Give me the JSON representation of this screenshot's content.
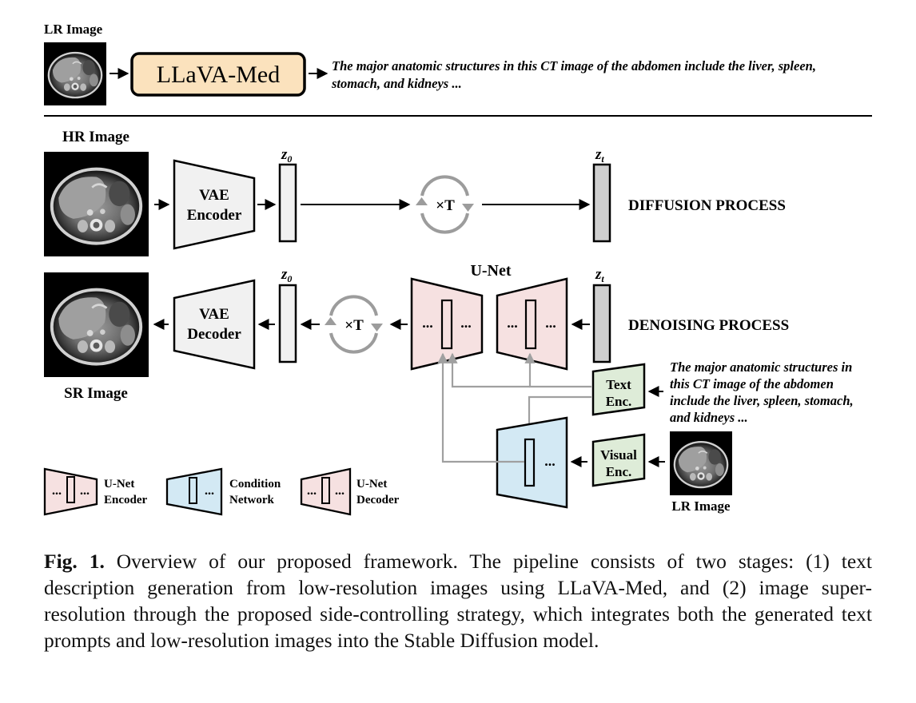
{
  "top": {
    "lr_image_label": "LR Image",
    "llava_label": "LLaVA-Med",
    "llava_output_line1": "The major anatomic structures in this CT image of the abdomen include the liver, spleen,",
    "llava_output_line2": "stomach, and kidneys ..."
  },
  "diffusion": {
    "hr_image_label": "HR Image",
    "vae_encoder_line1": "VAE",
    "vae_encoder_line2": "Encoder",
    "z0_base": "z",
    "z0_sub": "0",
    "zt_base": "z",
    "zt_sub": "t",
    "loop_label": "×T",
    "process_label": "DIFFUSION PROCESS"
  },
  "denoising": {
    "sr_image_label": "SR Image",
    "vae_decoder_line1": "VAE",
    "vae_decoder_line2": "Decoder",
    "z0_base": "z",
    "z0_sub": "0",
    "zt_base": "z",
    "zt_sub": "t",
    "loop_label": "×T",
    "unet_label": "U-Net",
    "dots": "...",
    "process_label": "DENOISING PROCESS",
    "text_enc_line1": "Text",
    "text_enc_line2": "Enc.",
    "visual_enc_line1": "Visual",
    "visual_enc_line2": "Enc.",
    "prompt_lines": [
      "The major anatomic structures in",
      "this CT image of the abdomen",
      "include the liver, spleen, stomach,",
      "and kidneys ..."
    ],
    "lr_image_label": "LR Image"
  },
  "legend": [
    {
      "line1": "U-Net",
      "line2": "Encoder",
      "color": "#f6e1e1"
    },
    {
      "line1": "Condition",
      "line2": "Network",
      "color": "#d3e9f4"
    },
    {
      "line1": "U-Net",
      "line2": "Decoder",
      "color": "#f6e1e1"
    }
  ],
  "colors": {
    "llava_fill": "#fbe2bd",
    "vae_fill": "#f1f1f1",
    "latent_dark": "#cfcfcf",
    "unet_fill": "#f6e1e1",
    "condition_fill": "#d3e9f4",
    "encoder_fill": "#deecd8",
    "loop_gray": "#9c9c9c"
  },
  "caption": {
    "label": "Fig. 1.",
    "text": "Overview of our proposed framework. The pipeline consists of two stages: (1) text description generation from low-resolution images using LLaVA-Med, and (2) image super-resolution through the proposed side-controlling strategy, which integrates both the generated text prompts and low-resolution images into the Stable Diffusion model."
  }
}
